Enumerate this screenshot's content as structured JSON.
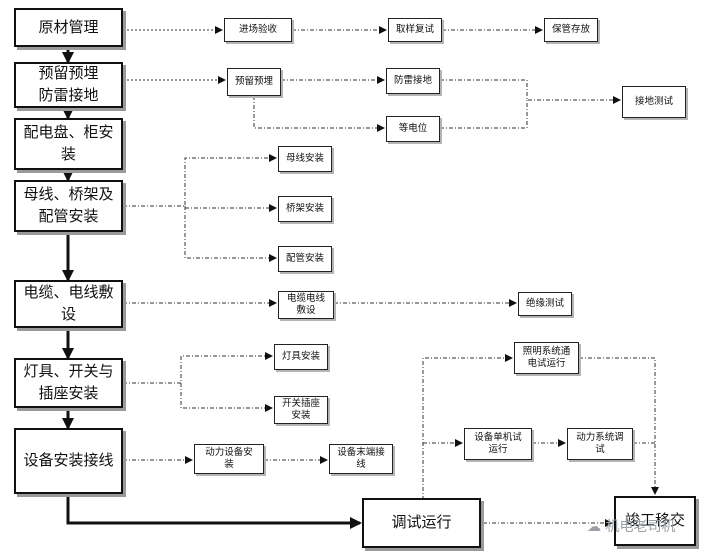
{
  "main_nodes": [
    {
      "id": "m1",
      "label": "原材管理"
    },
    {
      "id": "m2",
      "label": "预留预埋\n防雷接地"
    },
    {
      "id": "m3",
      "label": "配电盘、柜安\n装"
    },
    {
      "id": "m4",
      "label": "母线、桥架及\n配管安装"
    },
    {
      "id": "m5",
      "label": "电缆、电线敷\n设"
    },
    {
      "id": "m6",
      "label": "灯具、开关与\n插座安装"
    },
    {
      "id": "m7",
      "label": "设备安装接线"
    },
    {
      "id": "m8",
      "label": "调试运行"
    },
    {
      "id": "m9",
      "label": "竣工移交"
    }
  ],
  "sub_nodes": [
    {
      "id": "s1",
      "label": "进场验收"
    },
    {
      "id": "s2",
      "label": "取样复试"
    },
    {
      "id": "s3",
      "label": "保管存放"
    },
    {
      "id": "s4",
      "label": "预留预埋"
    },
    {
      "id": "s5",
      "label": "防雷接地"
    },
    {
      "id": "s6",
      "label": "等电位"
    },
    {
      "id": "s7",
      "label": "接地测试"
    },
    {
      "id": "s8",
      "label": "母线安装"
    },
    {
      "id": "s9",
      "label": "桥架安装"
    },
    {
      "id": "s10",
      "label": "配管安装"
    },
    {
      "id": "s11",
      "label": "电缆电线\n敷设"
    },
    {
      "id": "s12",
      "label": "绝缘测试"
    },
    {
      "id": "s13",
      "label": "灯具安装"
    },
    {
      "id": "s14",
      "label": "开关插座\n安装"
    },
    {
      "id": "s15",
      "label": "动力设备安\n装"
    },
    {
      "id": "s16",
      "label": "设备末端接\n线"
    },
    {
      "id": "s17",
      "label": "照明系统通\n电试运行"
    },
    {
      "id": "s18",
      "label": "设备单机试\n运行"
    },
    {
      "id": "s19",
      "label": "动力系统调\n试"
    }
  ],
  "watermark": "机电老司机"
}
